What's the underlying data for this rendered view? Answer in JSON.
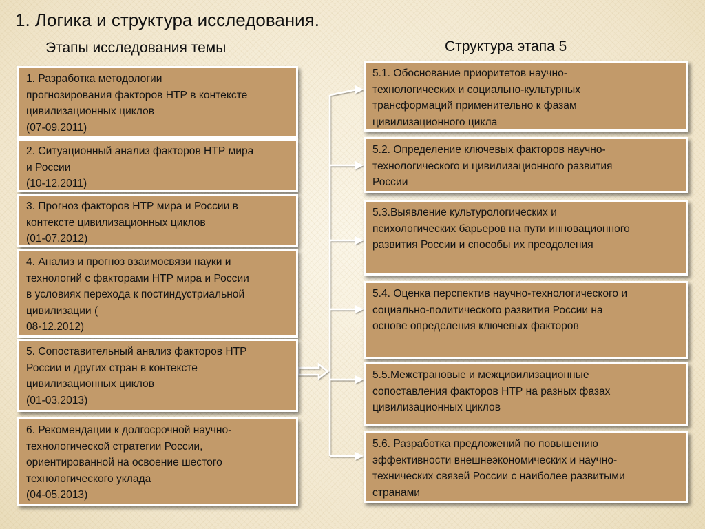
{
  "title": "1. Логика и структура исследования.",
  "left_heading": "Этапы исследования темы",
  "right_heading": "Структура этапа 5",
  "stages": [
    {
      "lines": [
        "1. Разработка методологии",
        "прогнозирования факторов НТР в контексте",
        "цивилизационных циклов",
        "(07-09.2011)"
      ]
    },
    {
      "lines": [
        "2. Ситуационный анализ факторов НТР мира",
        "и России",
        "(10-12.2011)"
      ]
    },
    {
      "lines": [
        "3. Прогноз факторов НТР мира и России в",
        "контексте цивилизационных циклов",
        "(01-07.2012)"
      ]
    },
    {
      "lines": [
        "4. Анализ и прогноз взаимосвязи науки и",
        "технологий с факторами НТР мира и России",
        "в условиях перехода к постиндустриальной",
        "цивилизации (",
        "08-12.2012)"
      ]
    },
    {
      "lines": [
        "5. Сопоставительный анализ факторов НТР",
        "России и других стран в контексте",
        "цивилизационных циклов",
        "(01-03.2013)"
      ]
    },
    {
      "lines": [
        "6. Рекомендации к долгосрочной научно-",
        "технологической стратегии России,",
        "ориентированной на освоение шестого",
        "технологического уклада",
        "(04-05.2013)"
      ]
    }
  ],
  "substages": [
    {
      "lines": [
        "5.1. Обоснование приоритетов научно-",
        "технологических и социально-культурных",
        "трансформаций применительно к фазам",
        "цивилизационного цикла"
      ]
    },
    {
      "lines": [
        "5.2. Определение ключевых факторов научно-",
        "технологического и цивилизационного развития",
        "России"
      ]
    },
    {
      "lines": [
        "5.3.Выявление культурологических и",
        "психологических барьеров на пути инновационного",
        "развития России и способы их преодоления"
      ]
    },
    {
      "lines": [
        "5.4. Оценка перспектив научно-технологического и",
        "социально-политического развития России на",
        "основе определения ключевых факторов"
      ]
    },
    {
      "lines": [
        "5.5.Межстрановые и межцивилизационные",
        "сопоставления факторов НТР на разных фазах",
        "цивилизационных циклов"
      ]
    },
    {
      "lines": [
        "5.6. Разработка предложений по повышению",
        "эффективности внешнеэкономических и научно-",
        "технических связей России с наиболее развитыми",
        "странами"
      ]
    }
  ]
}
